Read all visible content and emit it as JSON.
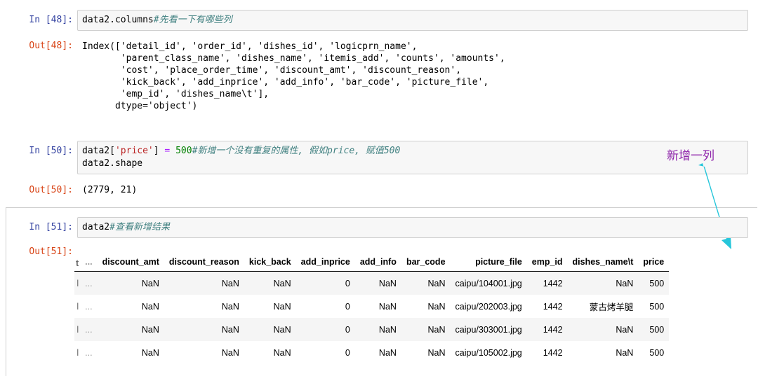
{
  "cells": {
    "c48": {
      "in_prompt": "In  [48]:",
      "code": "data2.columns",
      "comment": "#先看一下有哪些列",
      "out_prompt": "Out[48]:",
      "output": "Index(['detail_id', 'order_id', 'dishes_id', 'logicprn_name',\n       'parent_class_name', 'dishes_name', 'itemis_add', 'counts', 'amounts',\n       'cost', 'place_order_time', 'discount_amt', 'discount_reason',\n       'kick_back', 'add_inprice', 'add_info', 'bar_code', 'picture_file',\n       'emp_id', 'dishes_name\\t'],\n      dtype='object')"
    },
    "c50": {
      "in_prompt": "In  [50]:",
      "code_a": "data2[",
      "code_str": "'price'",
      "code_b": "] ",
      "code_op": "=",
      "code_num": " 500",
      "comment": "#新增一个没有重复的属性, 假如price, 赋值500",
      "line2": "data2.shape",
      "out_prompt": "Out[50]:",
      "output": "(2779, 21)"
    },
    "c51": {
      "in_prompt": "In  [51]:",
      "code": "data2",
      "comment": "#查看新增结果",
      "out_prompt": "Out[51]:"
    }
  },
  "annotation": "新增一列",
  "table": {
    "headers": [
      "t",
      "...",
      "discount_amt",
      "discount_reason",
      "kick_back",
      "add_inprice",
      "add_info",
      "bar_code",
      "picture_file",
      "emp_id",
      "dishes_name\\t",
      "price"
    ],
    "rows": [
      [
        "l",
        "...",
        "NaN",
        "NaN",
        "NaN",
        "0",
        "NaN",
        "NaN",
        "caipu/104001.jpg",
        "1442",
        "NaN",
        "500"
      ],
      [
        "l",
        "...",
        "NaN",
        "NaN",
        "NaN",
        "0",
        "NaN",
        "NaN",
        "caipu/202003.jpg",
        "1442",
        "蒙古烤羊腿",
        "500"
      ],
      [
        "l",
        "...",
        "NaN",
        "NaN",
        "NaN",
        "0",
        "NaN",
        "NaN",
        "caipu/303001.jpg",
        "1442",
        "NaN",
        "500"
      ],
      [
        "l",
        "...",
        "NaN",
        "NaN",
        "NaN",
        "0",
        "NaN",
        "NaN",
        "caipu/105002.jpg",
        "1442",
        "NaN",
        "500"
      ]
    ]
  },
  "colors": {
    "in_prompt": "#303f9f",
    "out_prompt": "#d84315",
    "annotation": "#8e24aa",
    "arrow": "#26c6da"
  }
}
